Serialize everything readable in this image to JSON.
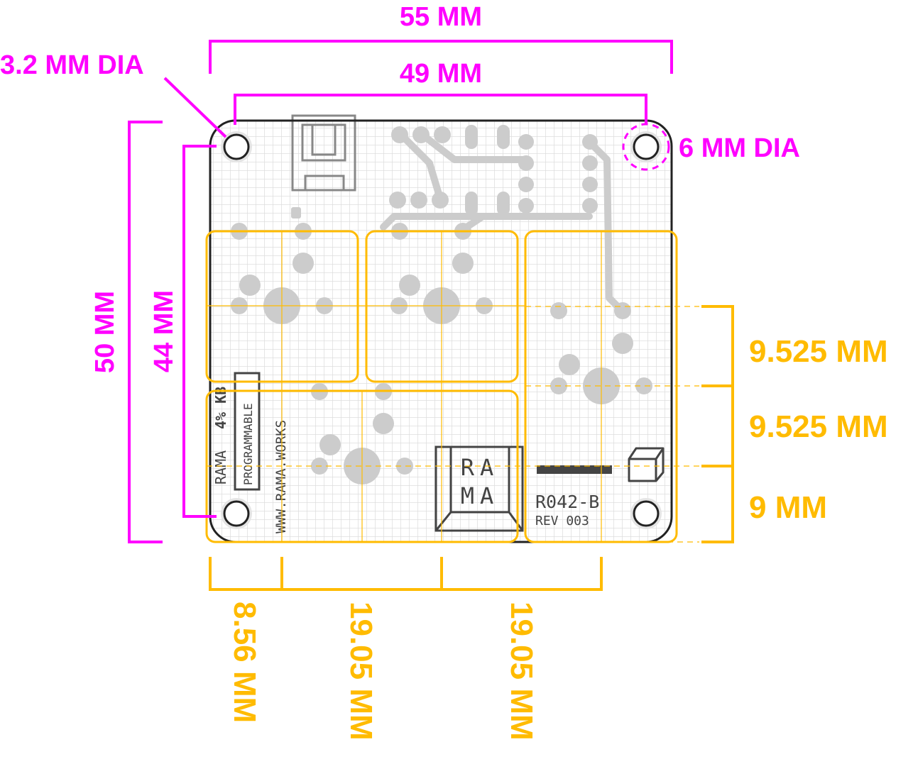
{
  "colors": {
    "magenta": "#ff00ff",
    "orange": "#ffbb00",
    "board_outline": "#222222",
    "grid": "#dddddd",
    "pad": "#cccccc"
  },
  "board": {
    "label_line1": "RAMA",
    "label_line2": "4% KB",
    "programmable": "PROGRAMMABLE",
    "url": "WWW.RAMA.WORKS",
    "logo_row1": "RA",
    "logo_row2": "MA",
    "model": "R042-B",
    "revision": "REV 003"
  },
  "dimensions": {
    "width_outer": "55 MM",
    "width_holes": "49 MM",
    "height_outer": "50 MM",
    "height_holes": "44 MM",
    "hole_small": "3.2 MM DIA",
    "hole_large": "6 MM DIA",
    "right_1": "9.525 MM",
    "right_2": "9.525 MM",
    "right_3": "9 MM",
    "bottom_1": "8.56 MM",
    "bottom_2": "19.05 MM",
    "bottom_3": "19.05 MM"
  }
}
